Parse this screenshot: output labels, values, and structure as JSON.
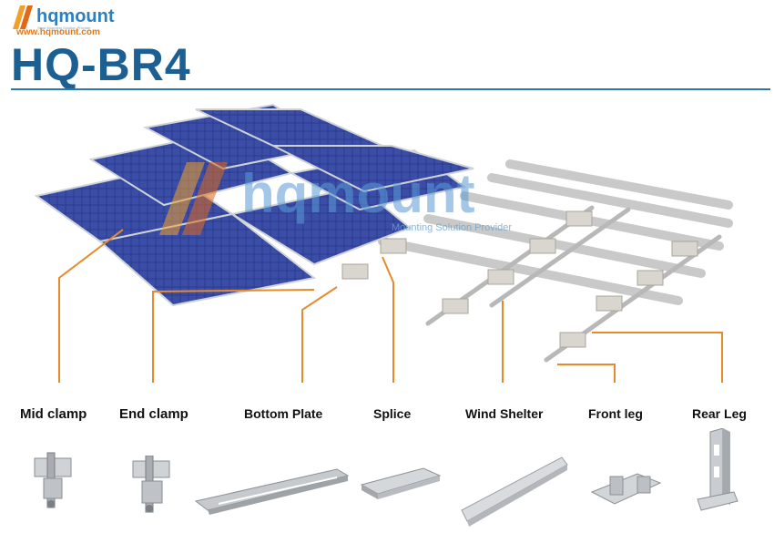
{
  "brand": {
    "logo_text": "hqmount",
    "tagline": "Solar Mounting Solution Provider",
    "website": "www.hqmount.com",
    "watermark_text": "hqmount",
    "watermark_sub": "Mounting Solution Provider",
    "orange": "#e88a2a",
    "blue": "#1c5f92"
  },
  "title": "HQ-BR4",
  "components": [
    {
      "label": "Mid clamp",
      "icon": "mid-clamp-icon"
    },
    {
      "label": "End clamp",
      "icon": "end-clamp-icon"
    },
    {
      "label": "Bottom Plate",
      "icon": "bottom-plate-icon"
    },
    {
      "label": "Splice",
      "icon": "splice-icon"
    },
    {
      "label": "Wind Shelter",
      "icon": "wind-shelter-icon"
    },
    {
      "label": "Front leg",
      "icon": "front-leg-icon"
    },
    {
      "label": "Rear Leg",
      "icon": "rear-leg-icon"
    }
  ]
}
